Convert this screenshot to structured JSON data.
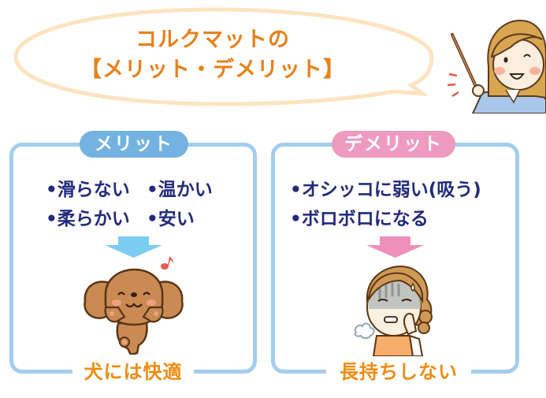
{
  "header": {
    "title_line1": "コルクマットの",
    "title_line2": "【メリット・デメリット】",
    "speaker": "teacher-with-pointer"
  },
  "merit": {
    "label": "メリット",
    "items": [
      "•滑らない",
      "•温かい",
      "•柔らかい",
      "•安い"
    ],
    "result": "犬には快適",
    "illustration": "happy-toy-poodle",
    "arrow_color": "#7ccbf2"
  },
  "demerit": {
    "label": "デメリット",
    "items": [
      "•オシッコに弱い(吸う)",
      "•ボロボロになる"
    ],
    "result": "長持ちしない",
    "illustration": "troubled-woman",
    "arrow_color": "#ef8fbb"
  },
  "colors": {
    "title": "#e8801a",
    "bubble_outline": "#fde3bf",
    "box_border": "#a3cdee",
    "merit_pill": "#74b2e2",
    "demerit_pill": "#ef9bc0",
    "item_text": "#232a7c",
    "result_text": "#ee8c12"
  }
}
